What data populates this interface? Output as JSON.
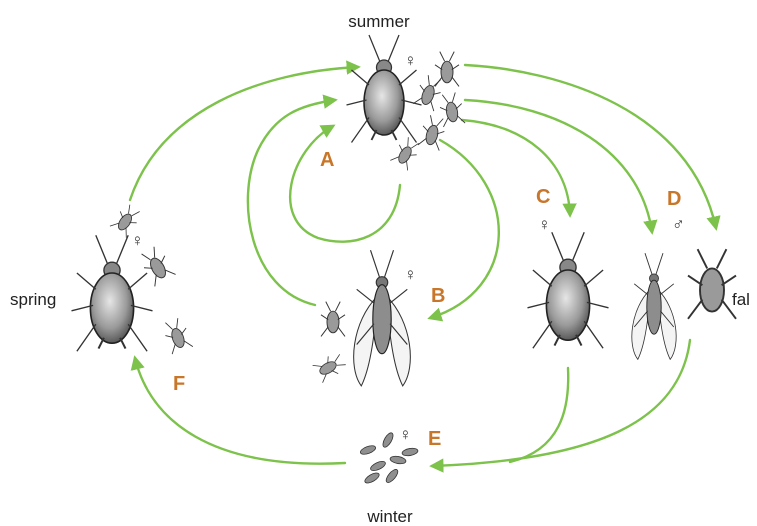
{
  "seasons": {
    "summer": "summer",
    "spring": "spring",
    "fall": "fal",
    "winter": "winter"
  },
  "stages": {
    "a": "A",
    "b": "B",
    "c": "C",
    "d": "D",
    "e": "E",
    "f": "F"
  },
  "symbols": {
    "female_summer": "♀",
    "female_spring": "♀",
    "female_b": "♀",
    "female_c": "♀",
    "male_d": "♂",
    "female_e": "♀"
  },
  "colors": {
    "arrow": "#7cc24b",
    "letter": "#c8762a",
    "insect": "#8a8a8a"
  }
}
